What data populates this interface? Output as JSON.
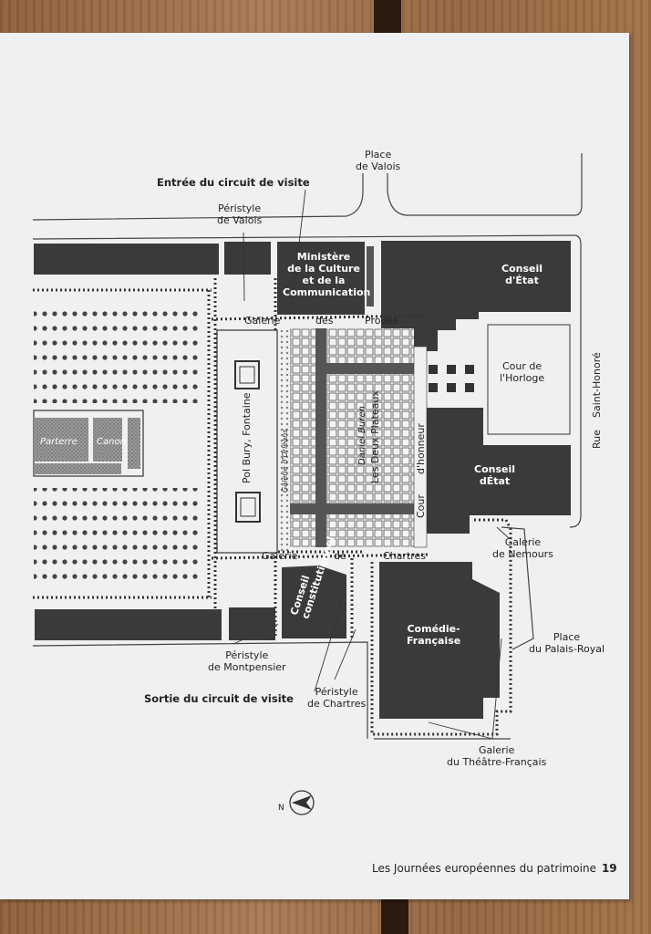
{
  "labels": {
    "place_valois": "Place\nde Valois",
    "entree": "Entrée du circuit de visite",
    "peristyle_valois": "Péristyle\nde Valois",
    "ministere": "Ministère\nde la Culture\net de la\nCommunication",
    "conseil_etat_top": "Conseil\nd'État",
    "galerie": "Galerie",
    "des": "des",
    "proues": "Proues",
    "cour_horloge": "Cour de\nl'Horloge",
    "rue": "Rue",
    "saint_honore": "Saint-Honoré",
    "pol_bury": "Pol Bury, Fontaine",
    "galerie_orleans": "Galerie d'Orléans",
    "daniel_buren": "Daniel Buren",
    "deux_plateaux": "Les Deux Plateaux",
    "cour": "Cour",
    "d_honneur": "d'honneur",
    "conseil_etat_mid": "Conseil\ndÉtat",
    "parterre": "Parterre",
    "canon": "Canon",
    "galerie_nemours": "Galerie\nde Nemours",
    "galerie2": "Galerie",
    "de": "de",
    "chartres": "Chartres",
    "conseil_constitutionnel": "Conseil\nconstitutionnel",
    "comedie": "Comédie-\nFrançaise",
    "place_palais": "Place\ndu Palais-Royal",
    "peristyle_montpensier": "Péristyle\nde Montpensier",
    "sortie": "Sortie du circuit de visite",
    "peristyle_chartres": "Péristyle\nde Chartres",
    "galerie_theatre": "Galerie\ndu Théâtre-Français",
    "compass": "N"
  },
  "footer": {
    "text": "Les Journées européennes du patrimoine",
    "page": "19"
  },
  "colors": {
    "building": "#3a3a3a",
    "paper": "#f0f0f3",
    "line": "#444444"
  }
}
